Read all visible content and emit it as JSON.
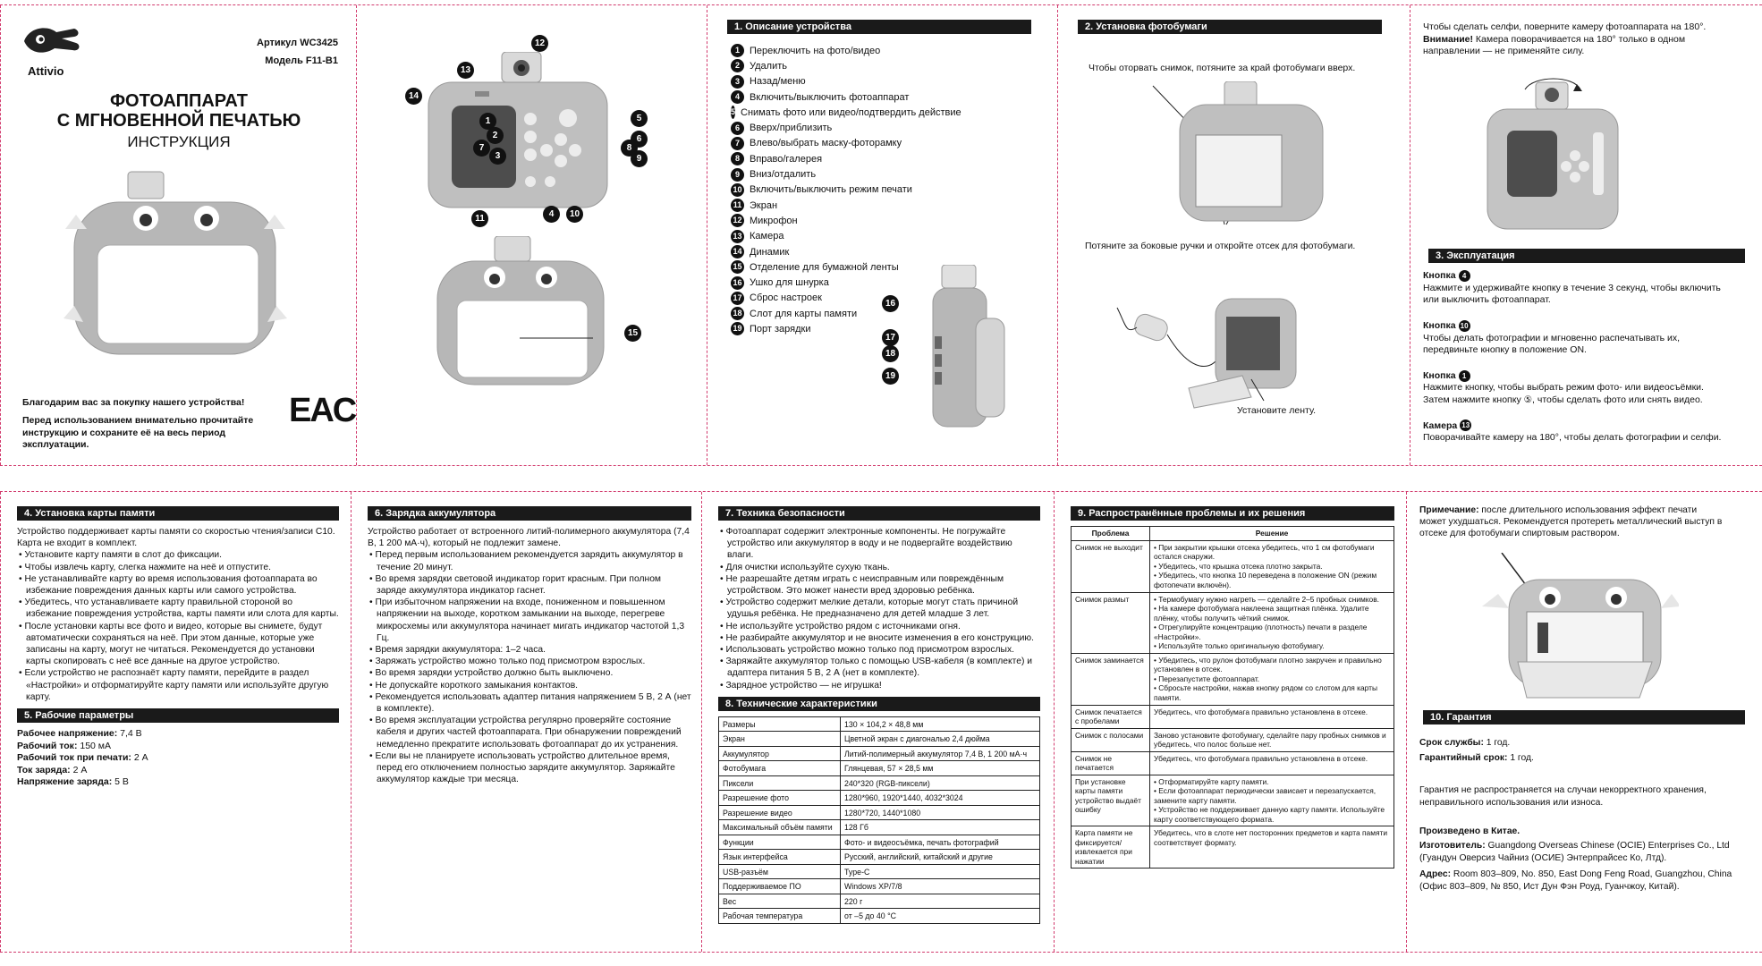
{
  "cover": {
    "brand": "Attivio",
    "article": "Артикул WC3425",
    "model": "Модель F11-B1",
    "title_line1": "ФОТОАППАРАТ",
    "title_line2": "С МГНОВЕННОЙ ПЕЧАТЬЮ",
    "subtitle": "ИНСТРУКЦИЯ",
    "thanks": "Благодарим вас за покупку нашего устройства!",
    "note": "Перед использованием внимательно прочитайте инструкцию и сохраните её на весь период эксплуатации.",
    "mark": "EAC"
  },
  "diagram": {
    "callouts_front": [
      "1",
      "2",
      "3",
      "4",
      "5",
      "6",
      "7",
      "8",
      "9",
      "10",
      "11",
      "12",
      "13",
      "14"
    ],
    "callouts_back": [
      "15"
    ],
    "callouts_side": [
      "16",
      "17",
      "18",
      "19"
    ]
  },
  "description": {
    "title": "1. Описание устройства",
    "items": [
      {
        "n": "1",
        "text": "Переключить на фото/видео"
      },
      {
        "n": "2",
        "text": "Удалить"
      },
      {
        "n": "3",
        "text": "Назад/меню"
      },
      {
        "n": "4",
        "text": "Включить/выключить фотоаппарат"
      },
      {
        "n": "5",
        "text": "Снимать фото или видео/подтвердить действие"
      },
      {
        "n": "6",
        "text": "Вверх/приблизить"
      },
      {
        "n": "7",
        "text": "Влево/выбрать маску-фоторамку"
      },
      {
        "n": "8",
        "text": "Вправо/галерея"
      },
      {
        "n": "9",
        "text": "Вниз/отдалить"
      },
      {
        "n": "10",
        "text": "Включить/выключить режим печати"
      },
      {
        "n": "11",
        "text": "Экран"
      },
      {
        "n": "12",
        "text": "Микрофон"
      },
      {
        "n": "13",
        "text": "Камера"
      },
      {
        "n": "14",
        "text": "Динамик"
      },
      {
        "n": "15",
        "text": "Отделение для бумажной ленты"
      },
      {
        "n": "16",
        "text": "Ушко для шнурка"
      },
      {
        "n": "17",
        "text": "Сброс настроек"
      },
      {
        "n": "18",
        "text": "Слот для карты памяти"
      },
      {
        "n": "19",
        "text": "Порт зарядки"
      }
    ]
  },
  "paper": {
    "title": "2. Установка фотобумаги",
    "step1": "Чтобы оторвать снимок, потяните за край фотобумаги вверх.",
    "step2": "Потяните за боковые ручки и откройте отсек для фотобумаги.",
    "step3": "Установите ленту."
  },
  "selfie": {
    "text": "Чтобы сделать селфи, поверните камеру фотоаппарата на 180°.",
    "warn_label": "Внимание!",
    "warn_text": " Камера поворачивается на 180° только в одном направлении — не применяйте силу."
  },
  "operation": {
    "title": "3. Эксплуатация",
    "items": [
      {
        "label": "Кнопка",
        "n": "4",
        "text": "Нажмите и удерживайте кнопку в течение 3 секунд, чтобы включить или выключить фотоаппарат."
      },
      {
        "label": "Кнопка",
        "n": "10",
        "text": "Чтобы делать фотографии и мгновенно распечатывать их, передвиньте кнопку в положение ON."
      },
      {
        "label": "Кнопка",
        "n": "1",
        "text": "Нажмите кнопку, чтобы выбрать режим фото- или видеосъёмки. Затем нажмите кнопку ⑤, чтобы сделать фото или снять видео."
      },
      {
        "label": "Камера",
        "n": "13",
        "text": "Поворачивайте камеру на 180°, чтобы делать фотографии и селфи."
      }
    ]
  },
  "memory": {
    "title": "4. Установка карты памяти",
    "intro": "Устройство поддерживает карты памяти со скоростью чтения/записи C10. Карта не входит в комплект.",
    "bullets": [
      "• Установите карту памяти в слот до фиксации.",
      "• Чтобы извлечь карту, слегка нажмите на неё и отпустите.",
      "• Не устанавливайте карту во время использования фотоаппарата во избежание повреждения данных карты или самого устройства.",
      "• Убедитесь, что устанавливаете карту правильной стороной во избежание повреждения устройства, карты памяти или слота для карты.",
      "• После установки карты все фото и видео, которые вы снимете, будут автоматически сохраняться на неё. При этом данные, которые уже записаны на карту, могут не читаться. Рекомендуется до установки карты скопировать с неё все данные на другое устройство.",
      "• Если устройство не распознаёт карту памяти, перейдите в раздел «Настройки» и отформатируйте карту памяти или используйте другую карту."
    ]
  },
  "params": {
    "title": "5. Рабочие параметры",
    "rows": [
      {
        "k": "Рабочее напряжение:",
        "v": " 7,4 В"
      },
      {
        "k": "Рабочий ток:",
        "v": " 150 мА"
      },
      {
        "k": "Рабочий ток при печати:",
        "v": " 2 А"
      },
      {
        "k": "Ток заряда:",
        "v": " 2 А"
      },
      {
        "k": "Напряжение заряда:",
        "v": " 5 В"
      }
    ]
  },
  "charging": {
    "title": "6. Зарядка аккумулятора",
    "intro": "Устройство работает от встроенного литий-полимерного аккумулятора (7,4 В, 1 200 мА·ч), который не подлежит замене.",
    "bullets": [
      "• Перед первым использованием рекомендуется зарядить аккумулятор в течение 20 минут.",
      "• Во время зарядки световой индикатор горит красным. При полном заряде аккумулятора индикатор гаснет.",
      "• При избыточном напряжении на входе, пониженном и повышенном напряжении на выходе, коротком замыкании на выходе, перегреве микросхемы или аккумулятора начинает мигать индикатор частотой 1,3 Гц.",
      "• Время зарядки аккумулятора: 1–2 часа.",
      "• Заряжать устройство можно только под присмотром взрослых.",
      "• Во время зарядки устройство должно быть выключено.",
      "• Не допускайте короткого замыкания контактов.",
      "• Рекомендуется использовать адаптер питания напряжением 5 В, 2 А (нет в комплекте).",
      "• Во время эксплуатации устройства регулярно проверяйте состояние кабеля и других частей фотоаппарата. При обнаружении повреждений немедленно прекратите использовать фотоаппарат до их устранения.",
      "• Если вы не планируете использовать устройство длительное время, перед его отключением полностью зарядите аккумулятор. Заряжайте аккумулятор каждые три месяца."
    ]
  },
  "safety": {
    "title": "7. Техника безопасности",
    "bullets": [
      "• Фотоаппарат содержит электронные компоненты. Не погружайте устройство или аккумулятор в воду и не подвергайте воздействию влаги.",
      "• Для очистки используйте сухую ткань.",
      "• Не разрешайте детям играть с неисправным или повреждённым устройством. Это может нанести вред здоровью ребёнка.",
      "• Устройство содержит мелкие детали, которые могут стать причиной удушья ребёнка. Не предназначено для детей младше 3 лет.",
      "• Не используйте устройство рядом с источниками огня.",
      "• Не разбирайте аккумулятор и не вносите изменения в его конструкцию.",
      "• Использовать устройство можно только под присмотром взрослых.",
      "• Заряжайте аккумулятор только с помощью USB-кабеля (в комплекте) и адаптера питания 5 В, 2 А (нет в комплекте).",
      "• Зарядное устройство — не игрушка!"
    ]
  },
  "specs": {
    "title": "8. Технические характеристики",
    "rows": [
      [
        "Размеры",
        "130 × 104,2 × 48,8 мм"
      ],
      [
        "Экран",
        "Цветной экран с диагональю 2,4 дюйма"
      ],
      [
        "Аккумулятор",
        "Литий-полимерный аккумулятор 7,4 В, 1 200 мА·ч"
      ],
      [
        "Фотобумага",
        "Глянцевая, 57 × 28,5 мм"
      ],
      [
        "Пиксели",
        "240*320 (RGB-пиксели)"
      ],
      [
        "Разрешение фото",
        "1280*960, 1920*1440, 4032*3024"
      ],
      [
        "Разрешение видео",
        "1280*720, 1440*1080"
      ],
      [
        "Максимальный объём памяти",
        "128 Гб"
      ],
      [
        "Функции",
        "Фото- и видеосъёмка, печать фотографий"
      ],
      [
        "Язык интерфейса",
        "Русский, английский, китайский и другие"
      ],
      [
        "USB-разъём",
        "Type-C"
      ],
      [
        "Поддерживаемое ПО",
        "Windows XP/7/8"
      ],
      [
        "Вес",
        "220 г"
      ],
      [
        "Рабочая температура",
        "от –5 до 40 °С"
      ]
    ]
  },
  "problems": {
    "title": "9. Распространённые проблемы и их решения",
    "col_problem": "Проблема",
    "col_solution": "Решение",
    "rows": [
      {
        "p": "Снимок не выходит",
        "s": "• При закрытии крышки отсека убедитесь, что 1 см фотобумаги остался снаружи.\n• Убедитесь, что крышка отсека плотно закрыта.\n• Убедитесь, что кнопка 10 переведена в положение ON (режим фотопечати включён)."
      },
      {
        "p": "Снимок размыт",
        "s": "• Термобумагу нужно нагреть — сделайте 2–5 пробных снимков.\n• На камере фотобумага наклеена защитная плёнка. Удалите плёнку, чтобы получить чёткий снимок.\n• Отрегулируйте концентрацию (плотность) печати в разделе «Настройки».\n• Используйте только оригинальную фотобумагу."
      },
      {
        "p": "Снимок заминается",
        "s": "• Убедитесь, что рулон фотобумаги плотно закручен и правильно установлен в отсек.\n• Перезапустите фотоаппарат.\n• Сбросьте настройки, нажав кнопку рядом со слотом для карты памяти."
      },
      {
        "p": "Снимок печатается с пробелами",
        "s": "Убедитесь, что фотобумага правильно установлена в отсеке."
      },
      {
        "p": "Снимок с полосами",
        "s": "Заново установите фотобумагу, сделайте пару пробных снимков и убедитесь, что полос больше нет."
      },
      {
        "p": "Снимок не печатается",
        "s": "Убедитесь, что фотобумага правильно установлена в отсеке."
      },
      {
        "p": "При установке карты памяти устройство выдаёт ошибку",
        "s": "• Отформатируйте карту памяти.\n• Если фотоаппарат периодически зависает и перезапускается, замените карту памяти.\n• Устройство не поддерживает данную карту памяти. Используйте карту соответствующего формата."
      },
      {
        "p": "Карта памяти не фиксируется/ извлекается при нажатии",
        "s": "Убедитесь, что в слоте нет посторонних предметов и карта памяти соответствует формату."
      }
    ]
  },
  "printnote": {
    "label": "Примечание:",
    "text": " после длительного использования эффект печати может ухудшаться. Рекомендуется протереть металлический выступ в отсеке для фотобумаги спиртовым раствором."
  },
  "warranty": {
    "title": "10. Гарантия",
    "life_k": "Срок службы:",
    "life_v": " 1 год.",
    "war_k": "Гарантийный срок:",
    "war_v": " 1 год.",
    "excl": "Гарантия не распространяется на случаи некорректного хранения, неправильного использования или износа.",
    "made": "Произведено в Китае.",
    "mfr_k": "Изготовитель:",
    "mfr_v": " Guangdong Overseas Chinese (OCIE) Enterprises Co., Ltd (Гуандун Оверсиз Чайниз (ОСИЕ) Энтерпрайсес Ко, Лтд).",
    "addr_k": "Адрес:",
    "addr_v": " Room 803–809, No. 850, East Dong Feng Road, Guangzhou, China (Офис 803–809, № 850, Ист Дун Фэн Роуд, Гуанчжоу, Китай)."
  },
  "colors": {
    "accent_line": "#d23b6e",
    "header_bg": "#1a1a1a",
    "camera_body": "#c4c4c4",
    "camera_dark": "#555555"
  }
}
